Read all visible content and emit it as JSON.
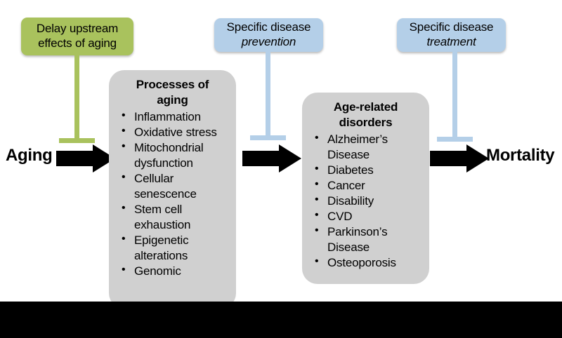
{
  "figure": {
    "title": "Geroscience pathway diagram: aging to mortality",
    "colors": {
      "green": "#a9c25d",
      "blue": "#b4cfe8",
      "grey": "#d0d0d0",
      "arrow_black": "#000000",
      "background": "#ffffff"
    }
  },
  "interventions": {
    "delay_upstream": {
      "line1": "Delay upstream",
      "line2": "effects of aging"
    },
    "prevention": {
      "line1": "Specific disease",
      "line2": "prevention"
    },
    "treatment": {
      "line1": "Specific disease",
      "line2": "treatment"
    }
  },
  "endpoints": {
    "start_label": "Aging",
    "end_label": "Mortality"
  },
  "boxes": {
    "processes_of_aging": {
      "title_line1": "Processes of",
      "title_line2": "aging",
      "items": [
        "Inflammation",
        "Oxidative stress",
        "Mitochondrial dysfunction",
        "Cellular senescence",
        "Stem cell exhaustion",
        "Epigenetic alterations",
        "Genomic"
      ]
    },
    "age_related_disorders": {
      "title_line1": "Age-related",
      "title_line2": "disorders",
      "items": [
        "Alzheimer’s Disease",
        "Diabetes",
        "Cancer",
        "Disability",
        "CVD",
        "Parkinson’s Disease",
        "Osteoporosis"
      ]
    }
  }
}
